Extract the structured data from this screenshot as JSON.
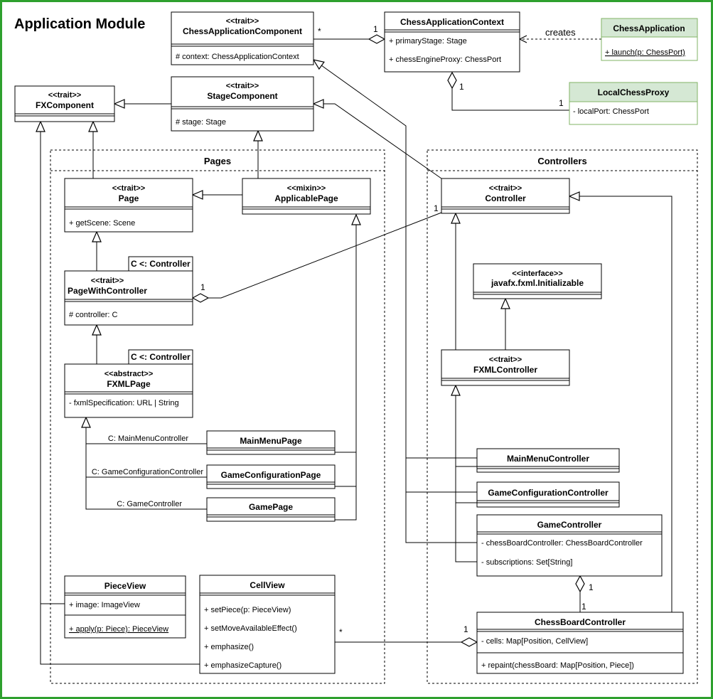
{
  "title": "Application Module",
  "colors": {
    "frame": "#2ea02e",
    "box_border": "#000000",
    "green_fill": "#d5e8d4",
    "green_border": "#82b366",
    "text": "#000000"
  },
  "packages": {
    "pages": "Pages",
    "controllers": "Controllers"
  },
  "classes": {
    "chess_app_component": {
      "stereotype": "<<trait>>",
      "name": "ChessApplicationComponent",
      "members": [
        "# context: ChessApplicationContext"
      ]
    },
    "chess_app_context": {
      "stereotype": "",
      "name": "ChessApplicationContext",
      "members": [
        "+ primaryStage: Stage",
        "+ chessEngineProxy: ChessPort"
      ]
    },
    "chess_application": {
      "stereotype": "",
      "name": "ChessApplication",
      "members": [
        "+ launch(p: ChessPort)"
      ]
    },
    "local_chess_proxy": {
      "stereotype": "",
      "name": "LocalChessProxy",
      "members": [
        "- localPort: ChessPort"
      ]
    },
    "fx_component": {
      "stereotype": "<<trait>>",
      "name": "FXComponent",
      "members": []
    },
    "stage_component": {
      "stereotype": "<<trait>>",
      "name": "StageComponent",
      "members": [
        "# stage: Stage"
      ]
    },
    "page": {
      "stereotype": "<<trait>>",
      "name": "Page",
      "members": [
        "+ getScene: Scene"
      ]
    },
    "applicable_page": {
      "stereotype": "<<mixin>>",
      "name": "ApplicablePage",
      "members": []
    },
    "page_with_controller": {
      "stereotype": "<<trait>>",
      "name": "PageWithController",
      "type_param": "C <: Controller",
      "members": [
        "# controller: C"
      ]
    },
    "fxml_page": {
      "stereotype": "<<abstract>>",
      "name": "FXMLPage",
      "type_param": "C <: Controller",
      "members": [
        "- fxmlSpecification: URL | String"
      ]
    },
    "main_menu_page": {
      "name": "MainMenuPage"
    },
    "game_configuration_page": {
      "name": "GameConfigurationPage"
    },
    "game_page": {
      "name": "GamePage"
    },
    "piece_view": {
      "name": "PieceView",
      "members": [
        "+ image: ImageView",
        "+ apply(p: Piece): PieceView"
      ]
    },
    "cell_view": {
      "name": "CellView",
      "members": [
        "+ setPiece(p: PieceView)",
        "+ setMoveAvailableEffect()",
        "+ emphasize()",
        "+ emphasizeCapture()"
      ]
    },
    "controller": {
      "stereotype": "<<trait>>",
      "name": "Controller"
    },
    "initializable": {
      "stereotype": "<<interface>>",
      "name": "javafx.fxml.Initializable"
    },
    "fxml_controller": {
      "stereotype": "<<trait>>",
      "name": "FXMLController"
    },
    "main_menu_controller": {
      "name": "MainMenuController"
    },
    "game_configuration_controller": {
      "name": "GameConfigurationController"
    },
    "game_controller": {
      "name": "GameController",
      "members": [
        "- chessBoardController: ChessBoardController",
        "- subscriptions: Set[String]"
      ]
    },
    "chess_board_controller": {
      "name": "ChessBoardController",
      "members": [
        "- cells: Map[Position, CellView]",
        "+ repaint(chessBoard: Map[Position, Piece])"
      ]
    }
  },
  "edge_labels": {
    "creates": "creates",
    "star_component": "*",
    "one_context": "1",
    "one_context_proxy": "1",
    "one_proxy": "1",
    "one_controller": "1",
    "one_pwc": "1",
    "c_main_menu": "C: MainMenuController",
    "c_game_config": "C: GameConfigurationController",
    "c_game": "C: GameController",
    "one_gc": "1",
    "one_cbc": "1",
    "star_cell": "*",
    "one_cell": "1"
  }
}
